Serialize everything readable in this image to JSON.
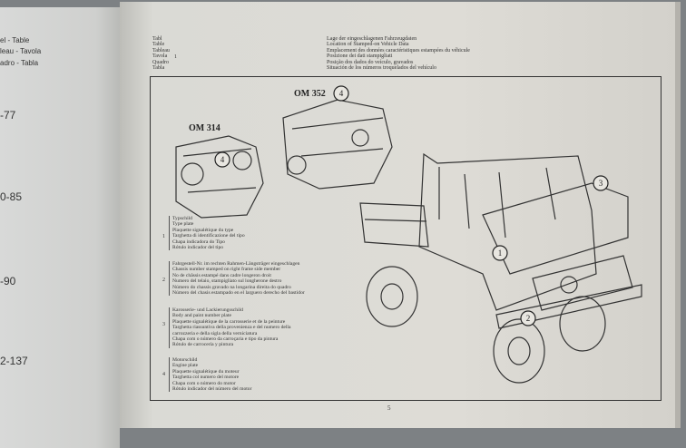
{
  "left_page": {
    "headers": [
      "el - Table",
      "leau - Tavola",
      "adro - Tabla"
    ],
    "page_refs": [
      "-77",
      "0-85",
      "-90",
      "2-137"
    ]
  },
  "right_page": {
    "table_labels": [
      "Tabl",
      "Table",
      "Tableau",
      "Tavola",
      "Quadro",
      "Tabla"
    ],
    "table_number": "1",
    "title_lines": [
      "Lage der eingeschlagenen Fahrzeugdaten",
      "Location of Stamped-on Vehicle Data",
      "Emplacement des données caractéristiques estampées du véhicule",
      "Posizione dei dati stampigliati",
      "Posição dos dados do veículo, gravados",
      "Situación de los números troquelados del vehículo"
    ],
    "engine_labels": [
      "OM 314",
      "OM 352"
    ],
    "callouts": [
      "1",
      "2",
      "3",
      "4",
      "4"
    ],
    "legend": [
      {
        "num": "1",
        "lines": [
          "Typschild",
          "Type plate",
          "Plaquette signalétique du type",
          "Targhetta di identificazione del tipo",
          "Chapa indicadora do Tipo",
          "Rótulo indicador del tipo"
        ]
      },
      {
        "num": "2",
        "lines": [
          "Fahrgestell-Nr. im rechten Rahmen-Längsträger eingeschlagen",
          "Chassis number stamped on right frame side member",
          "No de châssis estampé dans cadre longeron droit",
          "Numero del telaio, stampigliato sul longherone destro",
          "Número do chassis gravado na longarina direita do quadro",
          "Número del chasis estampado en el larguero derecho del bastidor"
        ]
      },
      {
        "num": "3",
        "lines": [
          "Karosserie- und Lackierungsschild",
          "Body and paint number plate",
          "Plaquette signalétique de la carrosserie et de la peinture",
          "Targhetta riassuntiva della provenienza e del numero della",
          "carrozzeria e della sigla della verniciatura",
          "Chapa com o número da carroçaria e tipo da pintura",
          "Rótulo de carrocería y pintura"
        ]
      },
      {
        "num": "4",
        "lines": [
          "Motorschild",
          "Engine plate",
          "Plaquette signalétique du moteur",
          "Targhetta col numero del motore",
          "Chapa com o número do motor",
          "Rótulo indicador del número del motor"
        ]
      }
    ],
    "page_number": "5"
  }
}
